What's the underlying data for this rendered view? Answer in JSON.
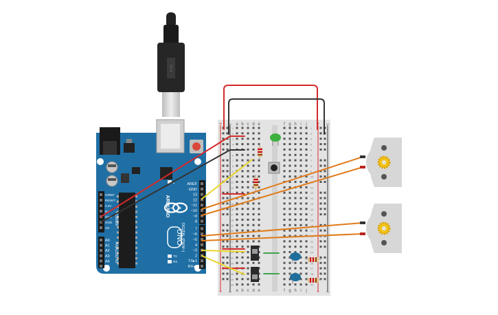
{
  "arduino": {
    "brand": "ARDUINO",
    "model": "UNO",
    "section_digital": "DIGITAL (PWM~)",
    "section_power": "POWER",
    "section_analog": "ANALOG IN",
    "header_digital": [
      "AREF",
      "GND",
      "13",
      "12",
      "~11",
      "~10",
      "~9",
      "8",
      "7",
      "~6",
      "~5",
      "4",
      "~3",
      "2",
      "TX▸1",
      "RX◂0"
    ],
    "header_power": [
      "IOREF",
      "RESET",
      "3.3V",
      "5V",
      "GND",
      "GND",
      "Vin"
    ],
    "header_analog": [
      "A0",
      "A1",
      "A2",
      "A3",
      "A4",
      "A5"
    ],
    "led_labels": [
      "TX",
      "RX"
    ],
    "l_label": "L"
  },
  "breadboard": {
    "col_letters_left": [
      "a",
      "b",
      "c",
      "d",
      "e"
    ],
    "col_letters_right": [
      "f",
      "g",
      "h",
      "i",
      "j"
    ],
    "rail_plus": "+",
    "rail_minus": "–",
    "row_numbers": [
      "1",
      "2",
      "3",
      "4",
      "5",
      "6",
      "7",
      "8",
      "9",
      "10",
      "11",
      "12",
      "13",
      "14",
      "15",
      "16",
      "17",
      "18",
      "19",
      "20",
      "21",
      "22",
      "23",
      "24",
      "25",
      "26",
      "27",
      "28",
      "29",
      "30"
    ]
  },
  "components": {
    "usb_cable": "usb-cable",
    "dc_motors": 2,
    "slide_switches": 2,
    "leds": [
      "green",
      "blue",
      "blue"
    ],
    "resistors": 4,
    "pushbutton": 1
  },
  "colors": {
    "board_blue": "#1f6fa5",
    "breadboard_bg": "#e3e3e3",
    "wire_red": "#d42a2a",
    "wire_black": "#333333",
    "wire_orange": "#e07b1a",
    "wire_yellow": "#e8d52a",
    "wire_green": "#3fa34d",
    "motor_body": "#d7d7d7",
    "motor_gear": "#f2c418"
  }
}
